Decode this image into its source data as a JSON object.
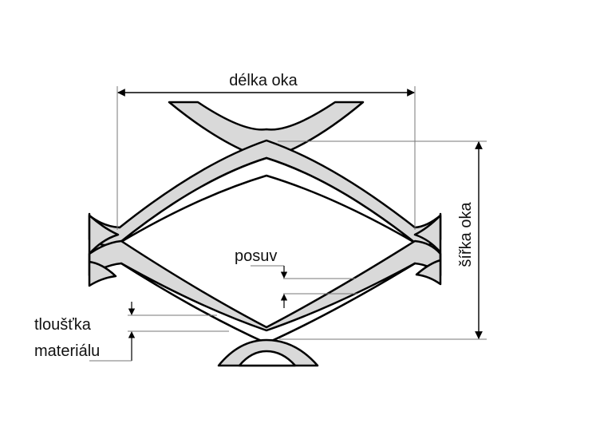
{
  "labels": {
    "mesh_length": "délka oka",
    "mesh_width": "šířka oka",
    "offset": "posuv",
    "thickness_line1": "tloušťka",
    "thickness_line2": "materiálu"
  },
  "colors": {
    "stroke": "#000000",
    "strand_fill": "#d9d9d9",
    "dimension_line": "#777777",
    "text": "#111111"
  }
}
